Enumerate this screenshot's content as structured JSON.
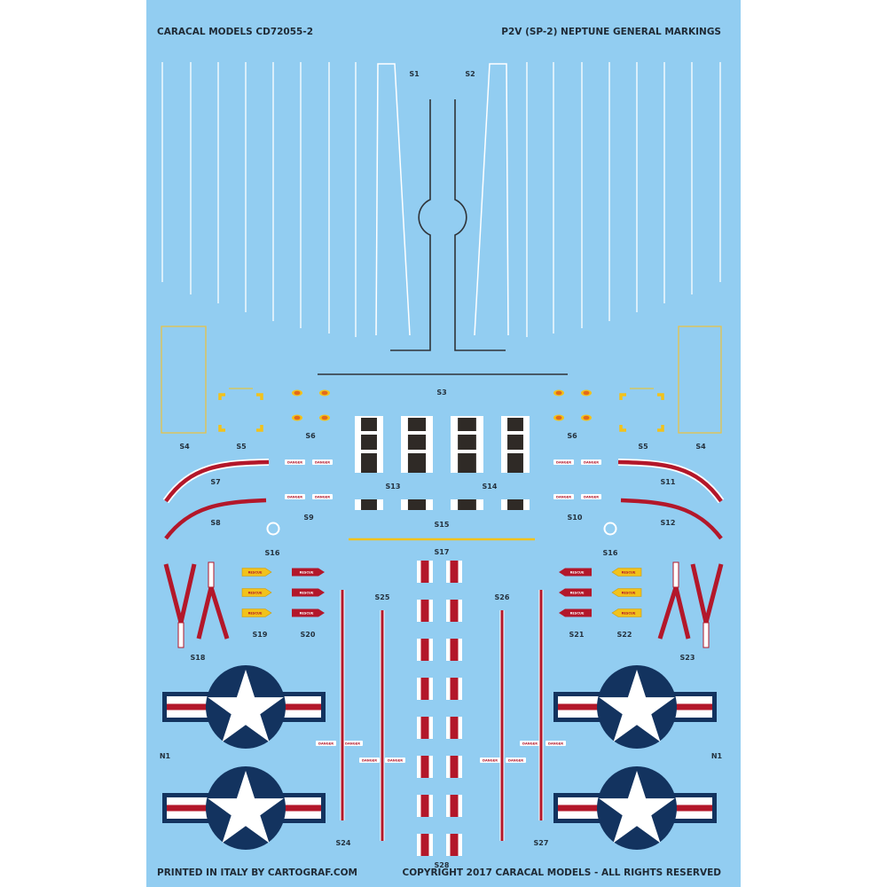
{
  "header": {
    "left": "CARACAL MODELS CD72055-2",
    "right": "P2V (SP-2) NEPTUNE GENERAL MARKINGS"
  },
  "footer": {
    "left": "PRINTED IN ITALY BY CARTOGRAF.COM",
    "right": "COPYRIGHT 2017 CARACAL MODELS - ALL RIGHTS RESERVED"
  },
  "labels": {
    "s1": "S1",
    "s2": "S2",
    "s3": "S3",
    "s4": "S4",
    "s5": "S5",
    "s6": "S6",
    "s7": "S7",
    "s8": "S8",
    "s9": "S9",
    "s10": "S10",
    "s11": "S11",
    "s12": "S12",
    "s13": "S13",
    "s14": "S14",
    "s15": "S15",
    "s16": "S16",
    "s17": "S17",
    "s18": "S18",
    "s19": "S19",
    "s20": "S20",
    "s21": "S21",
    "s22": "S22",
    "s23": "S23",
    "s24": "S24",
    "s25": "S25",
    "s26": "S26",
    "s27": "S27",
    "s28": "S28",
    "n1": "N1"
  },
  "decal_text": {
    "danger": "DANGER",
    "rescue": "RESCUE"
  },
  "colors": {
    "sheet": "#92cdf1",
    "navy": "#13335f",
    "red": "#b3172a",
    "yellow": "#f2c21b",
    "dark": "#2f2a26",
    "orange": "#e36a1c"
  }
}
